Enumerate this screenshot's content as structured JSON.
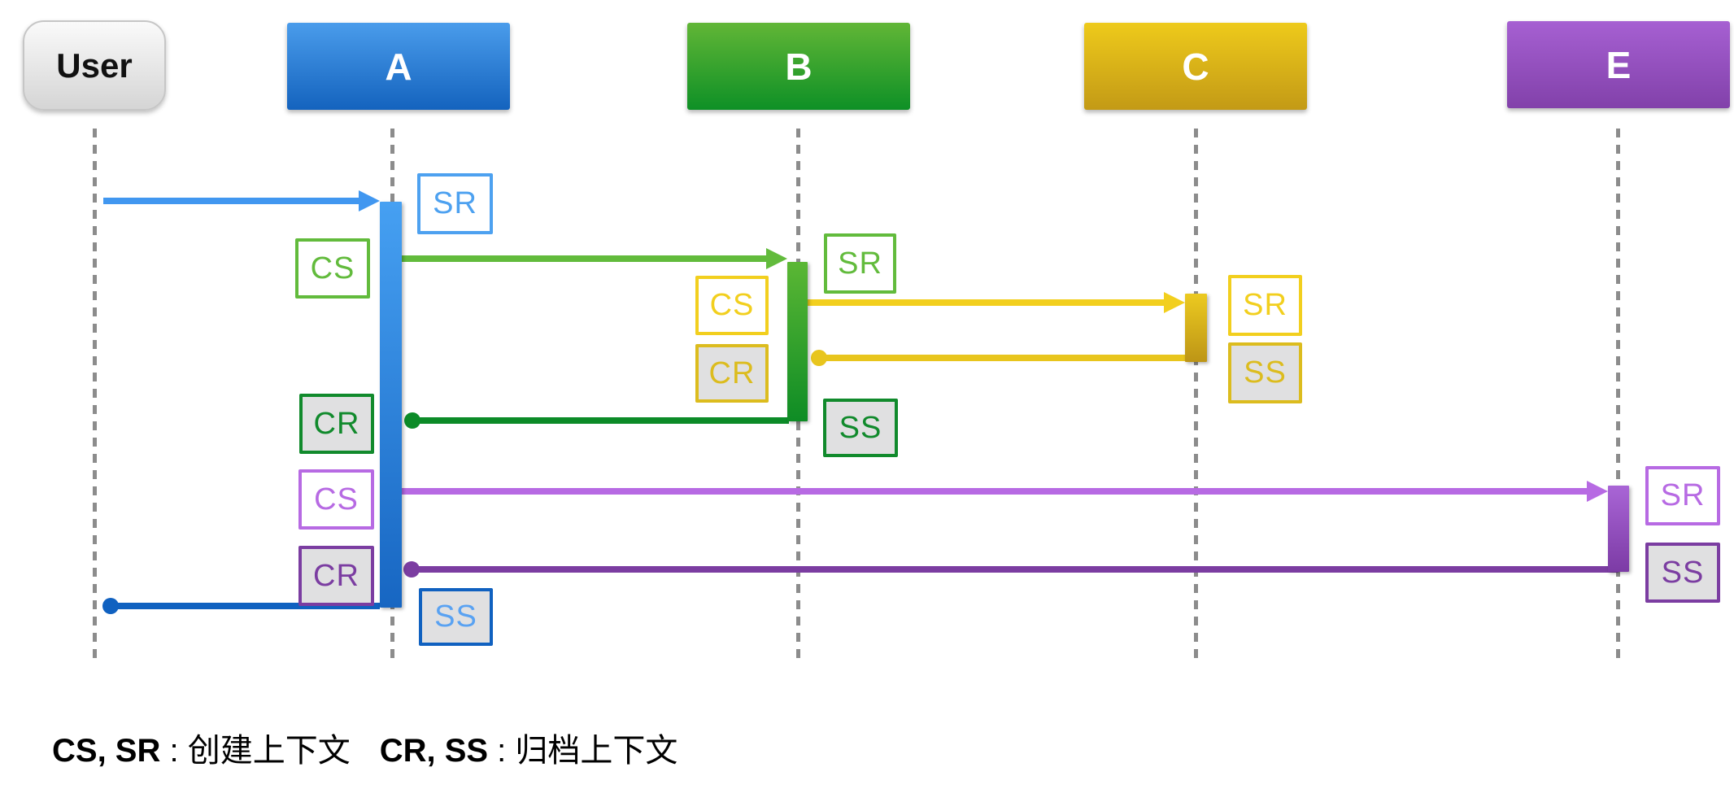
{
  "palette": {
    "blue_light": "#4197f0",
    "blue_dark": "#1061c0",
    "green_light": "#62bb3c",
    "green_dark": "#0c8b28",
    "yellow_light": "#f2cf1e",
    "yellow_dark": "#dcbc1e",
    "purple_light": "#b76ae3",
    "purple_dark": "#7b3da1",
    "lifeline_gray": "#8c8c8c",
    "badge_gray_bg": "#e0e0e1"
  },
  "participants": [
    {
      "id": "user",
      "label": "User",
      "type": "actor",
      "color": "gray"
    },
    {
      "id": "a",
      "label": "A",
      "type": "service",
      "color": "blue"
    },
    {
      "id": "b",
      "label": "B",
      "type": "service",
      "color": "green"
    },
    {
      "id": "c",
      "label": "C",
      "type": "service",
      "color": "yellow"
    },
    {
      "id": "e",
      "label": "E",
      "type": "service",
      "color": "purple"
    }
  ],
  "messages": [
    {
      "from": "User",
      "to": "A",
      "kind": "call",
      "color": "#4197f0"
    },
    {
      "from": "A",
      "to": "B",
      "kind": "call",
      "color": "#62bb3c"
    },
    {
      "from": "B",
      "to": "C",
      "kind": "call",
      "color": "#f2cf1e"
    },
    {
      "from": "C",
      "to": "B",
      "kind": "return",
      "color": "#e8c51d"
    },
    {
      "from": "B",
      "to": "A",
      "kind": "return",
      "color": "#0c8b28"
    },
    {
      "from": "A",
      "to": "E",
      "kind": "call",
      "color": "#b76ae3"
    },
    {
      "from": "E",
      "to": "A",
      "kind": "return",
      "color": "#7b3da1"
    },
    {
      "from": "A",
      "to": "User",
      "kind": "return",
      "color": "#1061c0"
    }
  ],
  "badges": [
    {
      "text": "SR"
    },
    {
      "text": "CS"
    },
    {
      "text": "SR"
    },
    {
      "text": "CS"
    },
    {
      "text": "CR"
    },
    {
      "text": "SR"
    },
    {
      "text": "SS"
    },
    {
      "text": "CR"
    },
    {
      "text": "SS"
    },
    {
      "text": "CS"
    },
    {
      "text": "CR"
    },
    {
      "text": "SR"
    },
    {
      "text": "SS"
    },
    {
      "text": "SS"
    }
  ],
  "legend": {
    "key1": "CS, SR",
    "sep1": " : ",
    "value1": "创建上下文",
    "key2": "CR, SS",
    "sep2": " : ",
    "value2": "归档上下文"
  }
}
